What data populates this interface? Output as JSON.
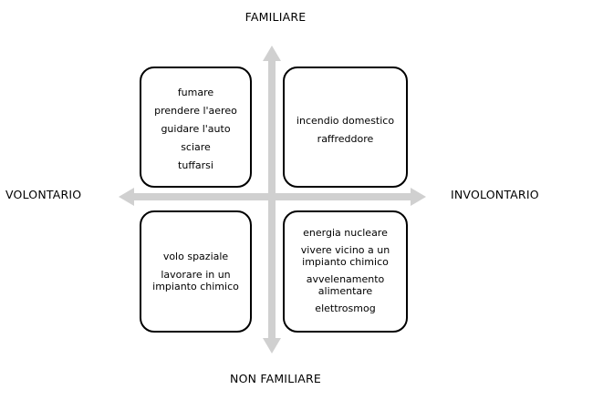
{
  "axes": {
    "top": "FAMILIARE",
    "bottom": "NON FAMILIARE",
    "left": "VOLONTARIO",
    "right": "INVOLONTARIO",
    "arrow_color": "#d0d0d0"
  },
  "quadrants": {
    "top_left": [
      "fumare",
      "prendere l'aereo",
      "guidare l'auto",
      "sciare",
      "tuffarsi"
    ],
    "top_right": [
      "incendio domestico",
      "raffreddore"
    ],
    "bottom_left": [
      "volo spaziale",
      "lavorare in un impianto chimico"
    ],
    "bottom_right": [
      "energia nucleare",
      "vivere vicino a un impianto chimico",
      "avvelenamento alimentare",
      "elettrosmog"
    ]
  }
}
